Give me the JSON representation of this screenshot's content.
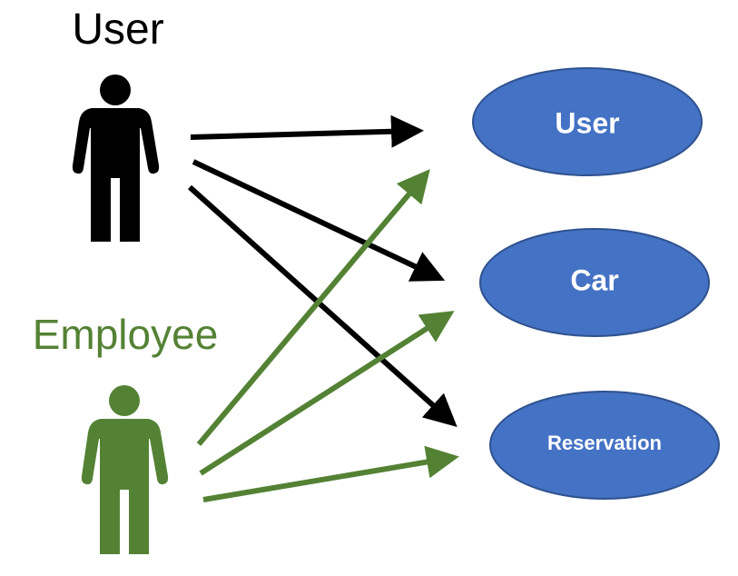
{
  "actors": [
    {
      "id": "user",
      "label": "User",
      "color": "#000000",
      "icon": "person-icon"
    },
    {
      "id": "employee",
      "label": "Employee",
      "color": "#548235",
      "icon": "person-icon"
    }
  ],
  "entities": [
    {
      "id": "user",
      "label": "User"
    },
    {
      "id": "car",
      "label": "Car"
    },
    {
      "id": "reservation",
      "label": "Reservation"
    }
  ],
  "entity_style": {
    "fill": "#4472C4",
    "stroke": "#2F528F",
    "text_color": "#ffffff"
  },
  "connections": [
    {
      "from": "user",
      "to": "user"
    },
    {
      "from": "user",
      "to": "car"
    },
    {
      "from": "user",
      "to": "reservation"
    },
    {
      "from": "employee",
      "to": "user"
    },
    {
      "from": "employee",
      "to": "car"
    },
    {
      "from": "employee",
      "to": "reservation"
    }
  ]
}
